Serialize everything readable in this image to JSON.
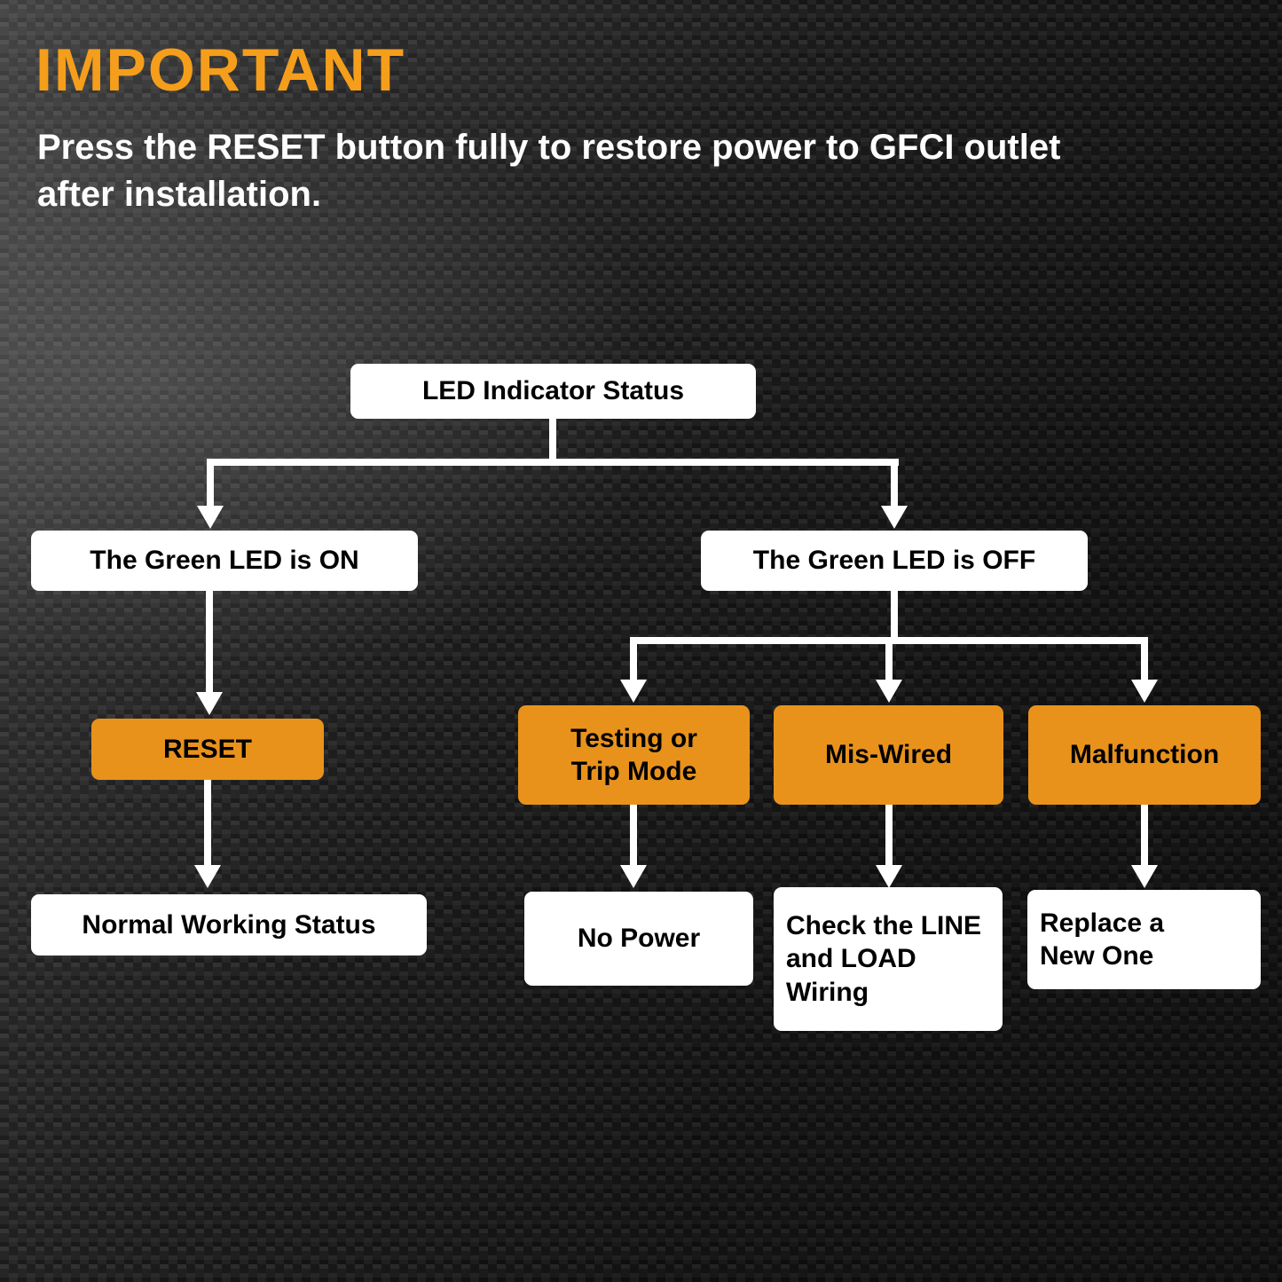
{
  "header": {
    "title": "IMPORTANT",
    "subtitle": "Press the RESET button fully to restore power to GFCI outlet\nafter installation."
  },
  "colors": {
    "title_orange": "#F59E1B",
    "node_orange": "#E8921C",
    "node_white": "#FFFFFF",
    "node_text": "#000000",
    "connector_white": "#FFFFFF",
    "background_dark": "#161616"
  },
  "flowchart": {
    "root": {
      "label": "LED Indicator Status"
    },
    "branch_on": {
      "condition": "The Green LED is ON",
      "action": "RESET",
      "result": "Normal Working Status"
    },
    "branch_off": {
      "condition": "The Green LED is OFF",
      "cases": [
        {
          "cause": "Testing or\nTrip Mode",
          "result": "No Power"
        },
        {
          "cause": "Mis-Wired",
          "result": "Check the LINE\nand LOAD\nWiring"
        },
        {
          "cause": "Malfunction",
          "result": "Replace a\nNew One"
        }
      ]
    }
  }
}
